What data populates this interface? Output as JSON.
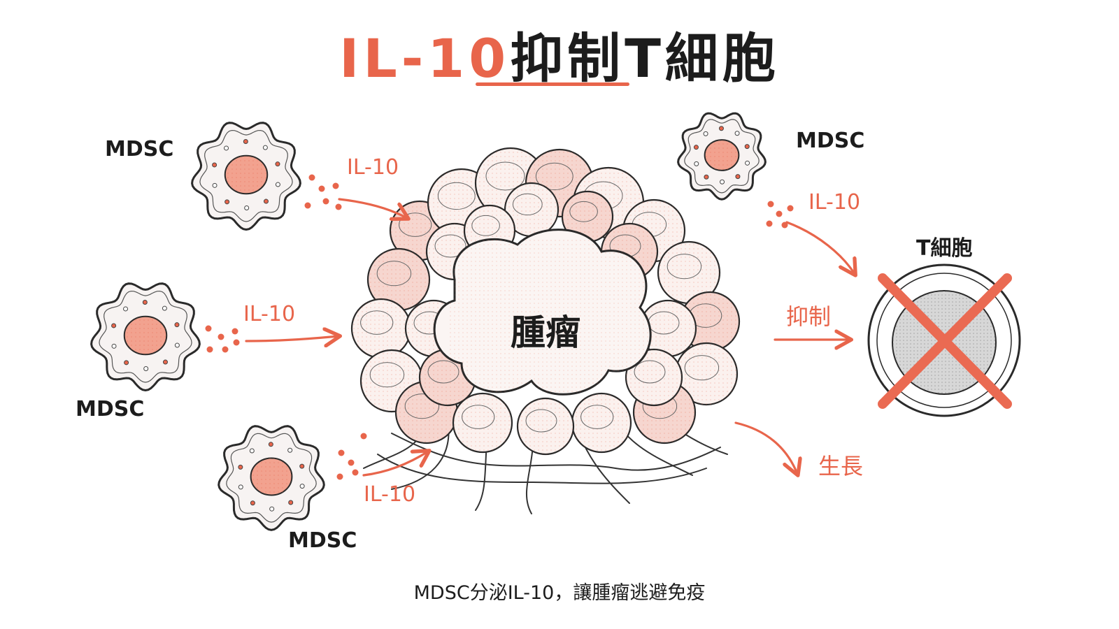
{
  "title": {
    "accent": "IL-10",
    "rest": "抑制T細胞"
  },
  "labels": {
    "mdsc": "MDSC",
    "il10": "IL-10",
    "tumor": "腫瘤",
    "suppress": "抑制",
    "growth": "生長",
    "tcell": "T細胞"
  },
  "caption": "MDSC分泌IL-10，讓腫瘤逃避免疫",
  "colors": {
    "accent": "#e8654b",
    "ink": "#1c1c1c",
    "cell_fill": "#f7f3f2",
    "nucleus": "#f2a28f",
    "tumor_pink": "#f6d6cf",
    "tcell_core": "#cfcfcf"
  },
  "icons": {
    "tcell_mark": "cross-icon",
    "flow": "arrow-icon"
  }
}
